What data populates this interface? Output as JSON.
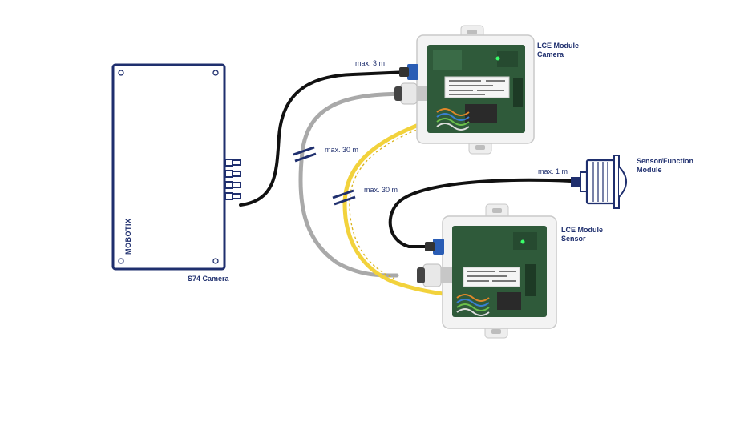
{
  "camera": {
    "brand": "MOBOTIX",
    "label": "S74 Camera"
  },
  "modules": {
    "camera_module": "LCE Module\nCamera",
    "sensor_module": "LCE Module\nSensor",
    "sensor_function": "Sensor/Function\nModule"
  },
  "cables": {
    "camera_to_lce_camera": "max. 3 m",
    "gray_cable": "max. 30 m",
    "yellow_cable": "max. 30 m",
    "sensor_cable": "max. 1 m"
  },
  "colors": {
    "outline": "#1f2f6e",
    "black_cable": "#111111",
    "gray_cable": "#a9a9a9",
    "yellow_cable": "#f2d23c",
    "board_green": "#2f5a3a",
    "connector_blue": "#2a5db5"
  }
}
